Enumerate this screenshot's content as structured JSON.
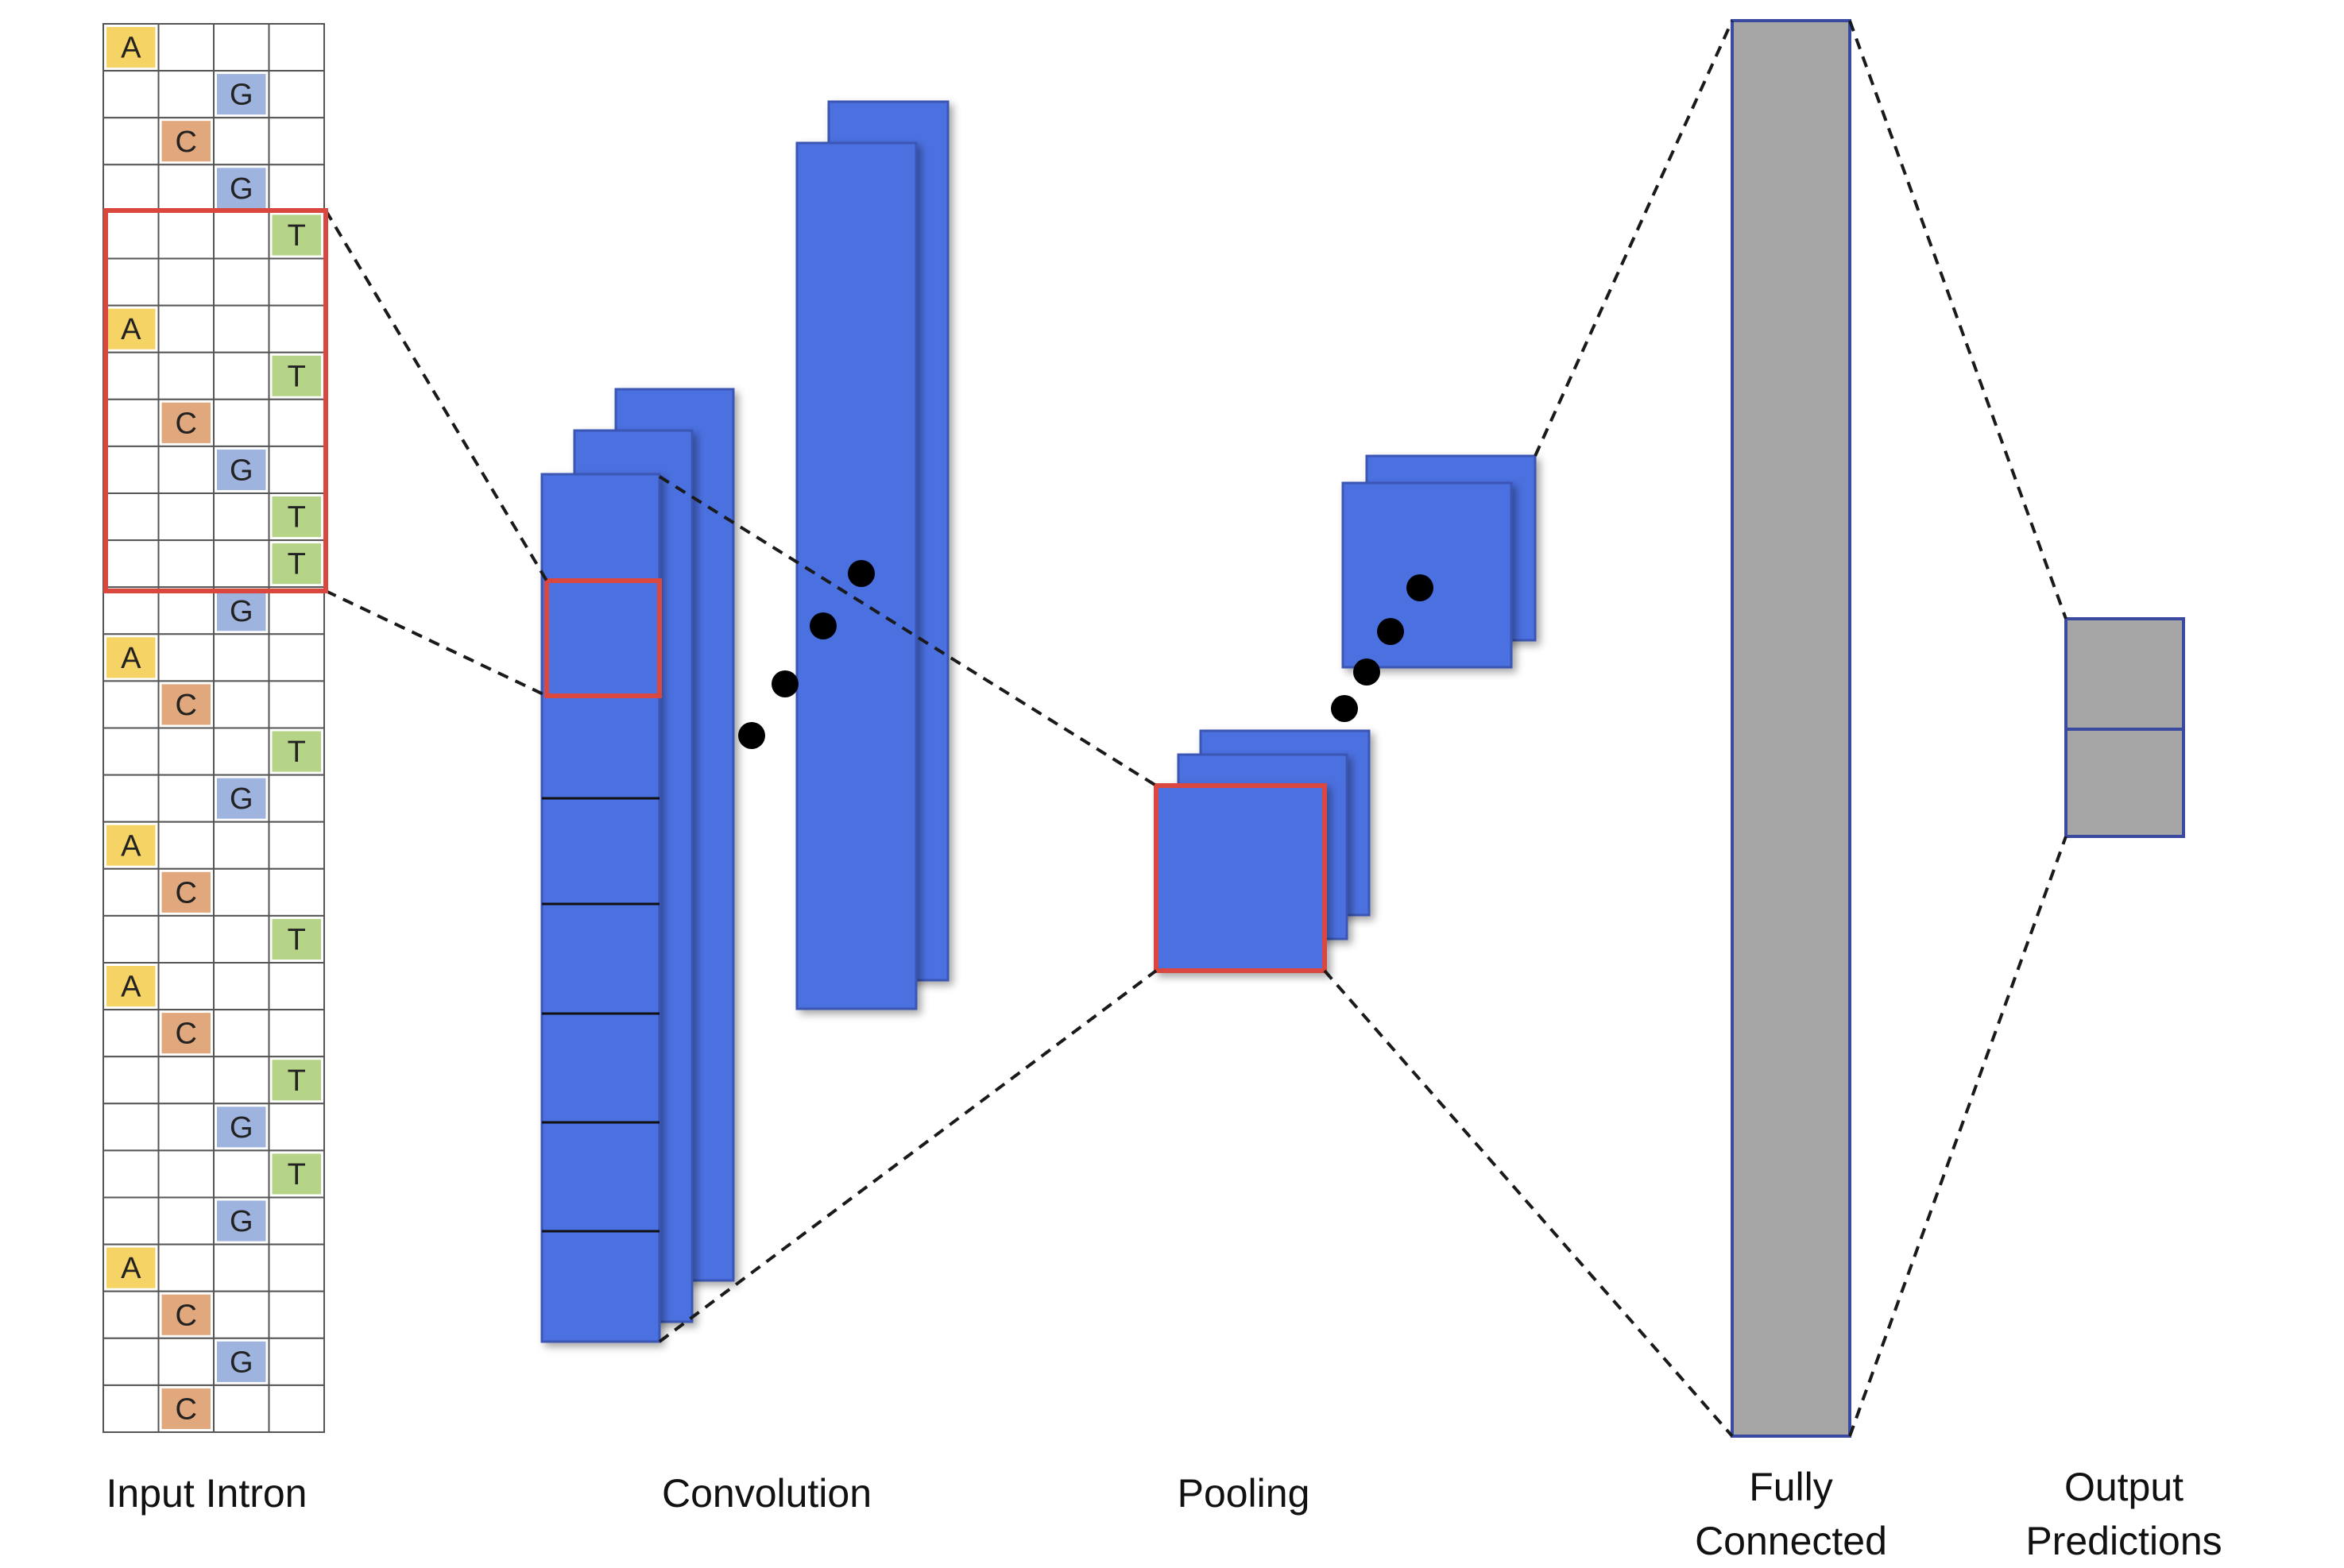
{
  "labels": {
    "input": "Input Intron",
    "convolution": "Convolution",
    "pooling": "Pooling",
    "fully_connected_line1": "Fully",
    "fully_connected_line2": "Connected",
    "output_line1": "Output",
    "output_line2": "Predictions"
  },
  "sequence": [
    "A",
    "G",
    "C",
    "G",
    "T",
    "",
    "A",
    "T",
    "C",
    "G",
    "T",
    "T",
    "G",
    "A",
    "C",
    "T",
    "G",
    "A",
    "C",
    "T",
    "A",
    "C",
    "T",
    "G",
    "T",
    "G",
    "A",
    "C",
    "G",
    "C"
  ],
  "nucleotides": {
    "A": {
      "column": 0,
      "color": "#f5d364"
    },
    "C": {
      "column": 1,
      "color": "#e2a87d"
    },
    "G": {
      "column": 2,
      "color": "#9fb3df"
    },
    "T": {
      "column": 3,
      "color": "#b6d487"
    }
  },
  "colors": {
    "feature_map": "#4b6fe0",
    "feature_map_border": "#3a56b4",
    "dense": "#a6a6a6",
    "dense_border": "#3a4aa0",
    "highlight": "#d9473f",
    "grid_line": "#555555"
  }
}
